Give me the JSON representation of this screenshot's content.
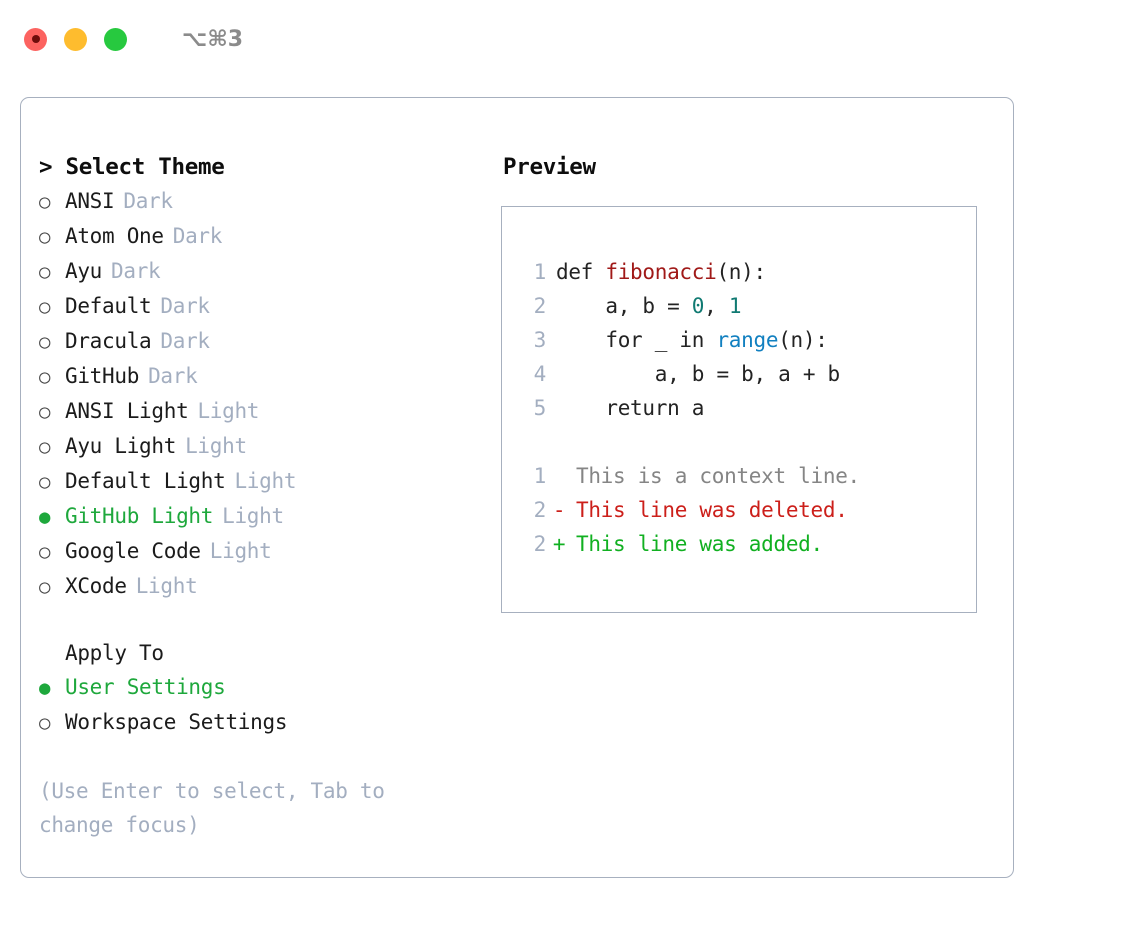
{
  "titlebar": {
    "shortcut": "⌥⌘3",
    "lights": [
      {
        "name": "close-button",
        "color": "#fc6360"
      },
      {
        "name": "minimize-button",
        "color": "#febc2e"
      },
      {
        "name": "maximize-button",
        "color": "#27c93f"
      }
    ]
  },
  "theme_picker": {
    "heading": "> Select Theme",
    "items": [
      {
        "marker": "○",
        "label": "ANSI",
        "tag": "Dark",
        "selected": false
      },
      {
        "marker": "○",
        "label": "Atom One",
        "tag": "Dark",
        "selected": false
      },
      {
        "marker": "○",
        "label": "Ayu",
        "tag": "Dark",
        "selected": false
      },
      {
        "marker": "○",
        "label": "Default",
        "tag": "Dark",
        "selected": false
      },
      {
        "marker": "○",
        "label": "Dracula",
        "tag": "Dark",
        "selected": false
      },
      {
        "marker": "○",
        "label": "GitHub",
        "tag": "Dark",
        "selected": false
      },
      {
        "marker": "○",
        "label": "ANSI Light",
        "tag": "Light",
        "selected": false
      },
      {
        "marker": "○",
        "label": "Ayu Light",
        "tag": "Light",
        "selected": false
      },
      {
        "marker": "○",
        "label": "Default Light",
        "tag": "Light",
        "selected": false
      },
      {
        "marker": "●",
        "label": "GitHub Light",
        "tag": "Light",
        "selected": true
      },
      {
        "marker": "○",
        "label": "Google Code",
        "tag": "Light",
        "selected": false
      },
      {
        "marker": "○",
        "label": "XCode",
        "tag": "Light",
        "selected": false
      }
    ]
  },
  "apply_to": {
    "heading": "Apply To",
    "items": [
      {
        "marker": "●",
        "label": "User Settings",
        "selected": true
      },
      {
        "marker": "○",
        "label": "Workspace Settings",
        "selected": false
      }
    ]
  },
  "hint": "(Use Enter to select, Tab to change focus)",
  "preview": {
    "title": "Preview",
    "code_lines": [
      {
        "no": "1",
        "segments": [
          {
            "t": "def ",
            "c": "plain"
          },
          {
            "t": "fibonacci",
            "c": "fn"
          },
          {
            "t": "(n):",
            "c": "plain"
          }
        ]
      },
      {
        "no": "2",
        "segments": [
          {
            "t": "    a, b = ",
            "c": "plain"
          },
          {
            "t": "0",
            "c": "num"
          },
          {
            "t": ", ",
            "c": "plain"
          },
          {
            "t": "1",
            "c": "num"
          }
        ]
      },
      {
        "no": "3",
        "segments": [
          {
            "t": "    for _ in ",
            "c": "plain"
          },
          {
            "t": "range",
            "c": "call"
          },
          {
            "t": "(n):",
            "c": "plain"
          }
        ]
      },
      {
        "no": "4",
        "segments": [
          {
            "t": "        a, b = b, a + b",
            "c": "plain"
          }
        ]
      },
      {
        "no": "5",
        "segments": [
          {
            "t": "    return a",
            "c": "plain"
          }
        ]
      }
    ],
    "diff_lines": [
      {
        "no": "1",
        "sign": " ",
        "text": "This is a context line.",
        "kind": "context"
      },
      {
        "no": "2",
        "sign": "-",
        "text": "This line was deleted.",
        "kind": "del"
      },
      {
        "no": "2",
        "sign": "+",
        "text": "This line was added.",
        "kind": "add"
      }
    ]
  },
  "colors": {
    "accent_green": "#1ea83c",
    "border": "#a7b0bf",
    "muted": "#a3aec0",
    "diff_add": "#11b021",
    "diff_del": "#cc1f1a",
    "syntax_function": "#a01918",
    "syntax_number": "#107a72",
    "syntax_call": "#1280c0"
  }
}
